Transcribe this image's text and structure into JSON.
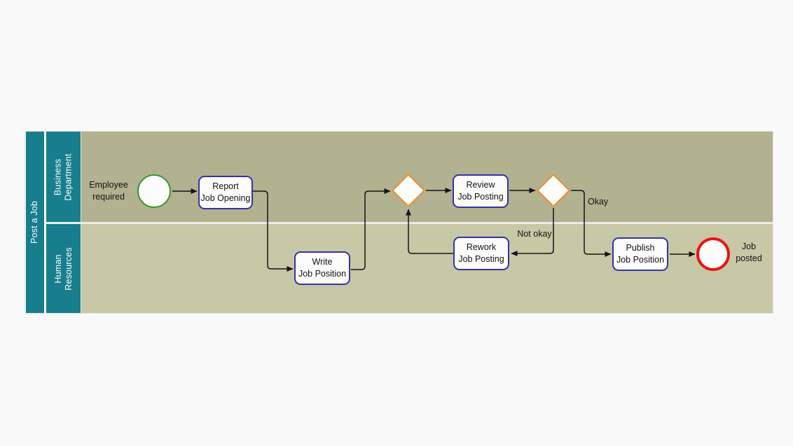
{
  "pool": {
    "title": "Post a Job",
    "lanes": [
      {
        "name_lines": [
          "Business",
          "Department"
        ]
      },
      {
        "name_lines": [
          "Human",
          "Resources"
        ]
      }
    ]
  },
  "nodes": {
    "start_event": {
      "label_lines": [
        "Employee",
        "required"
      ]
    },
    "task_report": {
      "label_lines": [
        "Report",
        "Job Opening"
      ]
    },
    "task_write": {
      "label_lines": [
        "Write",
        "Job Position"
      ]
    },
    "task_review": {
      "label_lines": [
        "Review",
        "Job Posting"
      ]
    },
    "task_rework": {
      "label_lines": [
        "Rework",
        "Job Posting"
      ]
    },
    "task_publish": {
      "label_lines": [
        "Publish",
        "Job Position"
      ]
    },
    "end_event": {
      "label_lines": [
        "Job",
        "posted"
      ]
    }
  },
  "edge_labels": {
    "okay": "Okay",
    "not_okay": "Not okay"
  },
  "colors": {
    "canvas_bg": "#f9f9f9",
    "pool_header": "#177e8e",
    "lane_business_bg": "#b2b190",
    "lane_hr_bg": "#c8c7a6",
    "node_fill": "#fcfcfc",
    "task_border": "#3333a8",
    "gateway_border": "#ee8f2a",
    "start_event_border": "#3c9632",
    "end_event_border": "#eb1414",
    "edge": "#141414"
  }
}
